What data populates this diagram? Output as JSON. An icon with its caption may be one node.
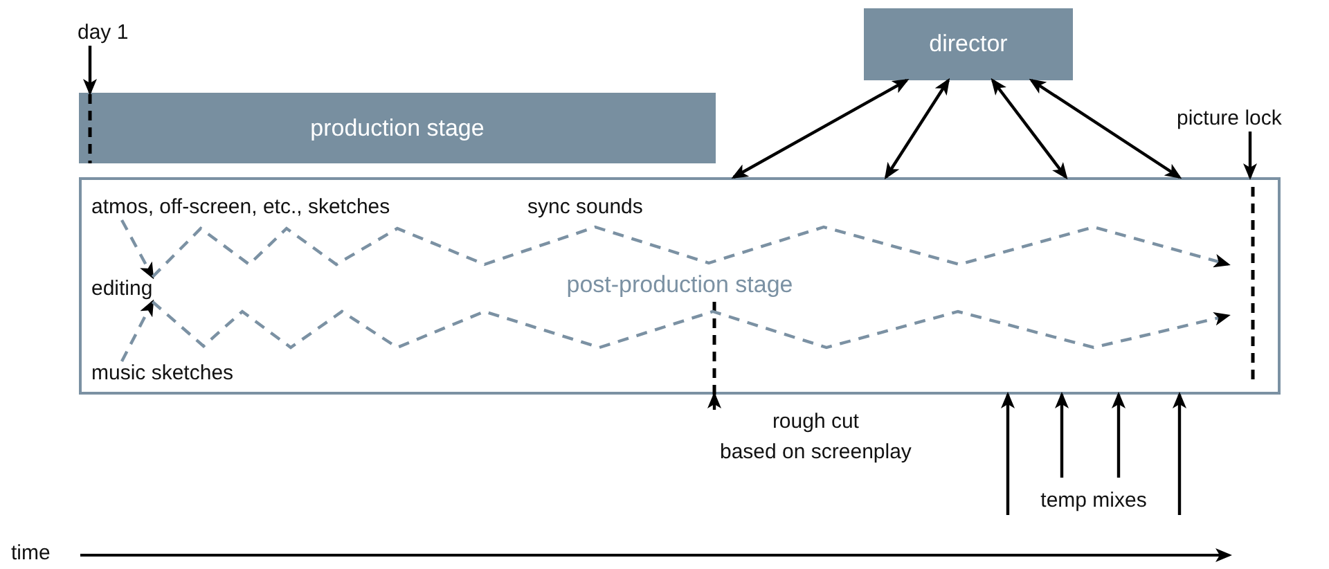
{
  "diagram": {
    "nodes": [
      {
        "text": [
          "production stage"
        ]
      },
      {
        "text": [
          "director"
        ]
      },
      {
        "text": [
          "post-production stage"
        ]
      },
      {
        "text": [
          "atmos, off-screen, etc., sketches"
        ],
        "in": 2
      },
      {
        "text": [
          "sync sounds"
        ],
        "in": 2
      },
      {
        "text": [
          "editing"
        ],
        "in": 2
      },
      {
        "text": [
          "music sketches"
        ],
        "in": 2
      },
      {
        "text": [
          "day 1"
        ]
      },
      {
        "text": [
          "picture lock"
        ]
      },
      {
        "text": [
          "rough cut",
          "based on screenplay"
        ]
      },
      {
        "text": [
          "temp mixes"
        ]
      }
    ],
    "edges": [
      {
        "from": 1,
        "to": 2,
        "arrow": "both"
      },
      {
        "from": 1,
        "to": 2,
        "arrow": "both"
      },
      {
        "from": 1,
        "to": 2,
        "arrow": "both"
      },
      {
        "from": 1,
        "to": 2,
        "arrow": "both"
      },
      {
        "from": 3,
        "to": 5,
        "arrow": "to",
        "style": "dashed",
        "color": "#7b91a3"
      },
      {
        "from": 5,
        "to": null,
        "arrow": "to",
        "style": "dashed",
        "color": "#7b91a3"
      },
      {
        "from": 6,
        "to": 5,
        "arrow": "to",
        "style": "dashed",
        "color": "#7b91a3"
      },
      {
        "from": 5,
        "to": null,
        "arrow": "to",
        "style": "dashed",
        "color": "#7b91a3"
      },
      {
        "from": 7,
        "to": 0,
        "arrow": "to"
      },
      {
        "from": 8,
        "to": 2,
        "arrow": "to"
      },
      {
        "from": 9,
        "to": 2,
        "arrow": "to"
      },
      {
        "from": 10,
        "to": 2,
        "arrow": "to"
      },
      {
        "from": 10,
        "to": 2,
        "arrow": "to"
      },
      {
        "from": 10,
        "to": 2,
        "arrow": "to"
      },
      {
        "from": 10,
        "to": 2,
        "arrow": "to"
      }
    ],
    "labels": [
      "time"
    ]
  }
}
